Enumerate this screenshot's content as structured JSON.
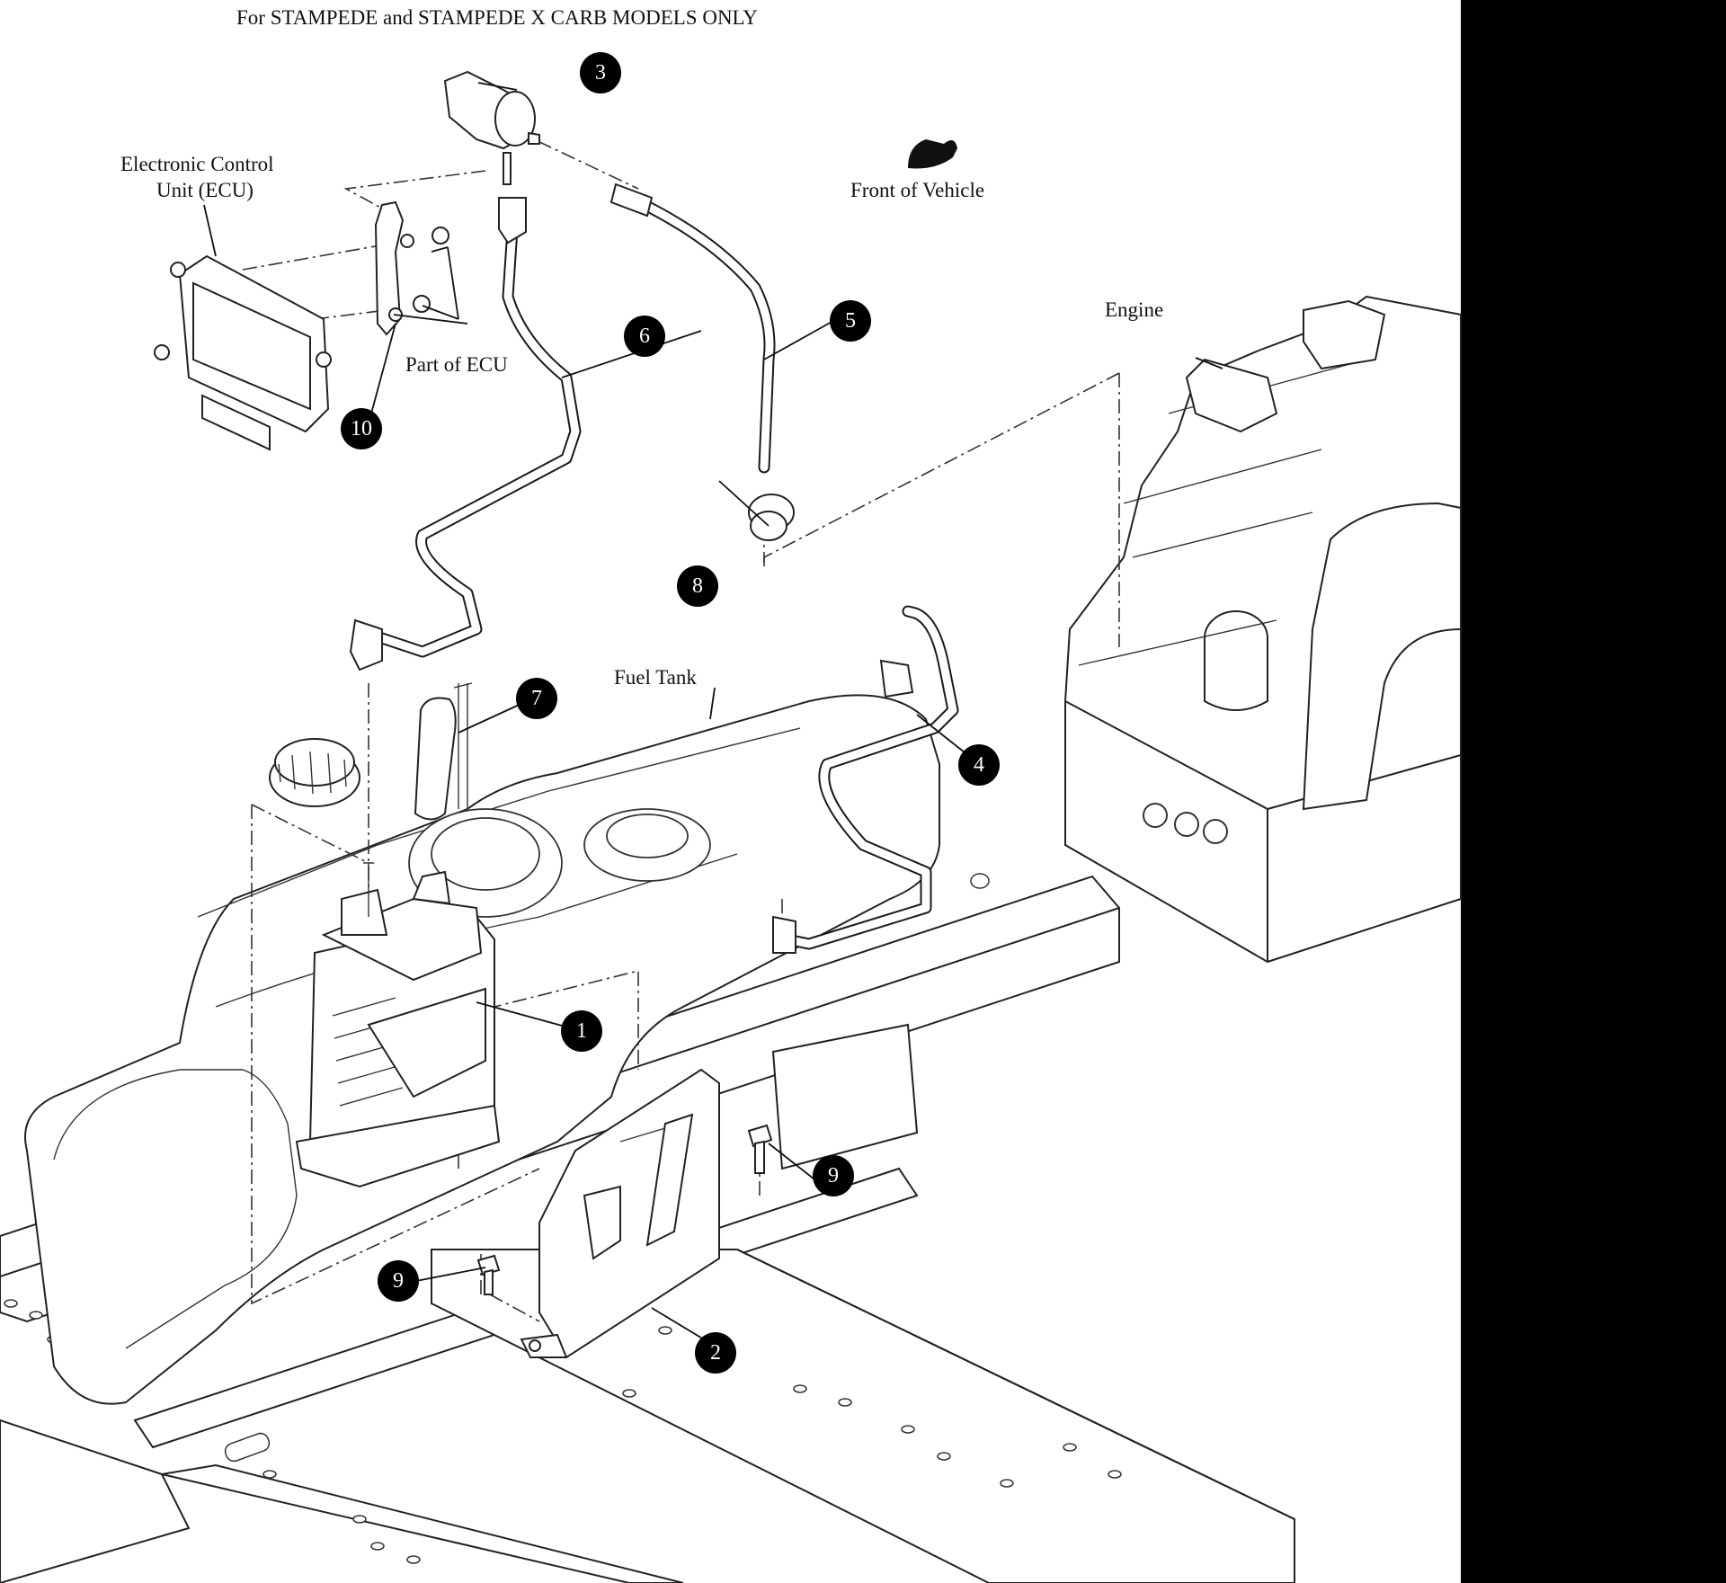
{
  "title": "For STAMPEDE and STAMPEDE X CARB MODELS ONLY",
  "labels": {
    "ecu": [
      "Electronic Control",
      "Unit (ECU)"
    ],
    "front": "Front of Vehicle",
    "part_of_ecu": "Part of ECU",
    "engine": "Engine",
    "fuel_tank": "Fuel Tank"
  },
  "callouts": [
    {
      "id": "callout-1",
      "number": "1"
    },
    {
      "id": "callout-2",
      "number": "2"
    },
    {
      "id": "callout-3",
      "number": "3"
    },
    {
      "id": "callout-4",
      "number": "4"
    },
    {
      "id": "callout-5",
      "number": "5"
    },
    {
      "id": "callout-6",
      "number": "6"
    },
    {
      "id": "callout-7",
      "number": "7"
    },
    {
      "id": "callout-8",
      "number": "8"
    },
    {
      "id": "callout-9a",
      "number": "9"
    },
    {
      "id": "callout-9b",
      "number": "9"
    },
    {
      "id": "callout-10",
      "number": "10"
    }
  ],
  "colors": {
    "background": "#ffffff",
    "line": "#222222",
    "callout_fill": "#000000",
    "side_panel": "#000000"
  }
}
